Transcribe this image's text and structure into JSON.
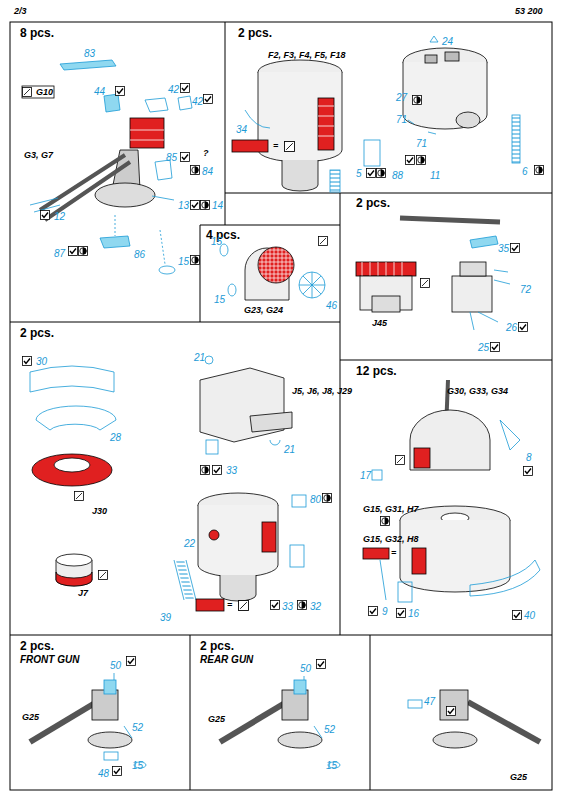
{
  "diagram": {
    "nodes": [
      {
        "text": [
          "8 pcs."
        ]
      },
      {
        "text": [
          "2 pcs."
        ]
      },
      {
        "text": [
          "4 pcs."
        ]
      },
      {
        "text": [
          "2 pcs."
        ]
      },
      {
        "text": [
          "2 pcs."
        ]
      },
      {
        "text": [
          "12 pcs."
        ]
      },
      {
        "text": [
          "2 pcs.",
          "FRONT GUN"
        ]
      },
      {
        "text": [
          "2 pcs.",
          "REAR GUN"
        ]
      }
    ],
    "labels": [
      "2/3",
      "53 200",
      "83",
      "44",
      "G10",
      "42",
      "42",
      "G3, G7",
      "85",
      "?",
      "84",
      "13",
      "14",
      "12",
      "87",
      "86",
      "15",
      "F2, F3, F4, F5, F18",
      "24",
      "27",
      "34",
      "71",
      "71",
      "=",
      "5",
      "88",
      "11",
      "6",
      "15",
      "15",
      "G23, G24",
      "46",
      "35",
      "72",
      "J45",
      "26",
      "25",
      "30",
      "28",
      "J30",
      "J7",
      "21",
      "J5, J6, J8, J29",
      "21",
      "33",
      "80",
      "22",
      "39",
      "=",
      "33",
      "32",
      "G30, G33, G34",
      "17",
      "8",
      "G15, G31, H7",
      "G15, G32, H8",
      "=",
      "9",
      "16",
      "40",
      "50",
      "G25",
      "52",
      "15",
      "48",
      "50",
      "G25",
      "52",
      "15",
      "47",
      "G25"
    ]
  }
}
